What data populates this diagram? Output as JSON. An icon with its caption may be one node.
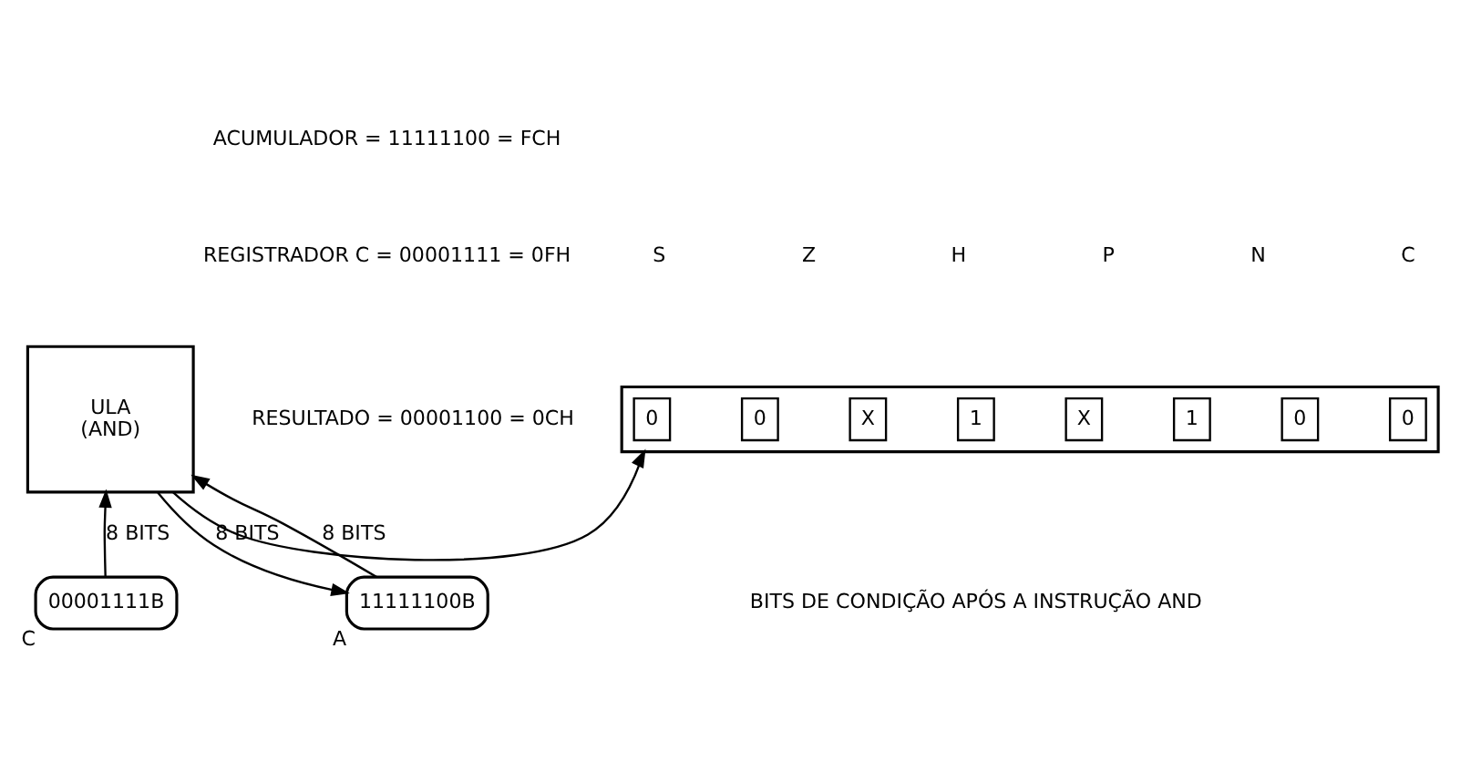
{
  "diagram": {
    "nodes": [
      {
        "text": [
          "ULA",
          "(AND)"
        ]
      },
      {
        "text": [
          "11111100B"
        ],
        "beside": [
          "A"
        ]
      },
      {
        "text": [
          "00001111B"
        ],
        "beside": [
          "C"
        ]
      },
      {
        "text": [],
        "shape": "box"
      },
      {
        "text": [
          "0"
        ],
        "in": 3
      },
      {
        "text": [
          "0"
        ],
        "in": 3
      },
      {
        "text": [
          "X"
        ],
        "in": 3
      },
      {
        "text": [
          "1"
        ],
        "in": 3
      },
      {
        "text": [
          "X"
        ],
        "in": 3
      },
      {
        "text": [
          "1"
        ],
        "in": 3
      },
      {
        "text": [
          "0"
        ],
        "in": 3
      },
      {
        "text": [
          "0"
        ],
        "in": 3
      }
    ],
    "edges": [
      {
        "from": 0,
        "to": 1,
        "arrow": "to",
        "label": "8 BITS"
      },
      {
        "from": 0,
        "to": 3,
        "arrow": "to"
      },
      {
        "from": 1,
        "to": 0,
        "arrow": "to",
        "label": "8 BITS"
      },
      {
        "from": 2,
        "to": 0,
        "arrow": "to",
        "label": "8 BITS"
      }
    ],
    "labels": [
      "ACUMULADOR = 11111100 = FCH",
      "REGISTRADOR C = 00001111 = 0FH",
      "RESULTADO = 00001100 = 0CH",
      "S",
      "Z",
      "H",
      "P",
      "N",
      "C",
      "BITS DE CONDIÇÃO APÓS A INSTRUÇÃO AND"
    ]
  }
}
